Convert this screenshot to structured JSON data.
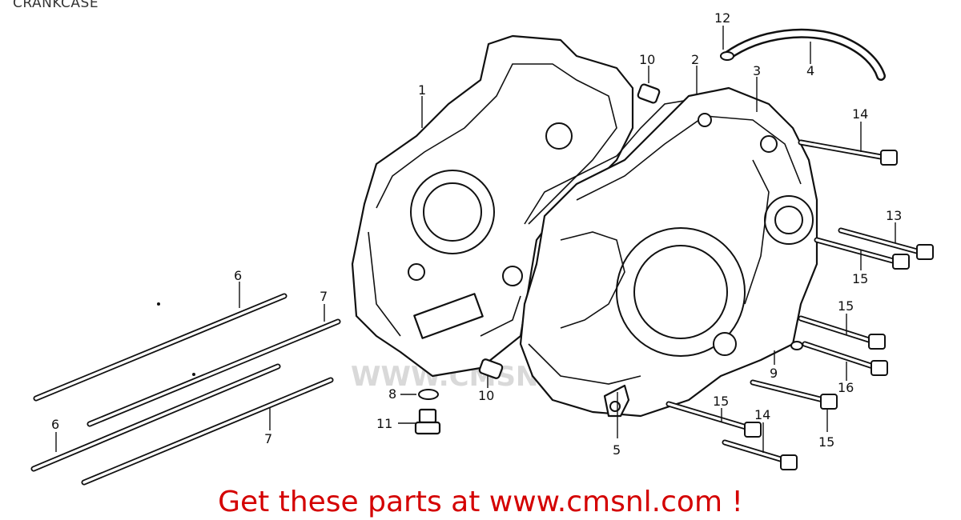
{
  "title": "CRANKCASE",
  "promo_text": "Get these parts at www.cmsnl.com !",
  "watermark": "WWW.CMSNL.COM",
  "callouts": [
    "1",
    "2",
    "3",
    "4",
    "5",
    "6",
    "6",
    "7",
    "7",
    "8",
    "9",
    "10",
    "10",
    "11",
    "12",
    "13",
    "14",
    "14",
    "15",
    "15",
    "15",
    "15",
    "16"
  ]
}
